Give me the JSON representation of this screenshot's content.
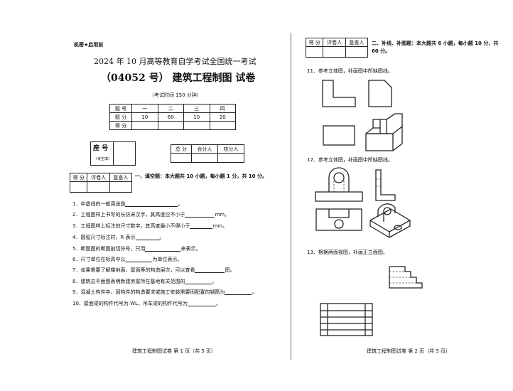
{
  "left_page": {
    "secret_label": "机密★启用前",
    "exam_title": "2024 年 10 月高等教育自学考试全国统一考试",
    "paper_title": "（04052 号） 建筑工程制图  试卷",
    "time_note": "（考试时间 150 分钟）",
    "score_table": {
      "row_labels": [
        "题 号",
        "题 分",
        "得 分"
      ],
      "columns": [
        "一",
        "二",
        "三",
        "四"
      ],
      "points": [
        "10",
        "60",
        "10",
        "20"
      ]
    },
    "seat": {
      "label": "座 号",
      "note": "（考生填）"
    },
    "total_table": {
      "headers": [
        "总 分",
        "合计人",
        "核分人"
      ]
    },
    "grader_table": {
      "headers": [
        "得 分",
        "评卷人",
        "复查人"
      ]
    },
    "section1_title": "一、填空题：本大题共 10 小题，每小题 1 分，共 10 分。",
    "questions": [
      {
        "pre": "1．中虚线的一般用途是",
        "post": "。"
      },
      {
        "pre": "2．工程图样上书写的长仿宋汉字，其高度应不小于",
        "post": "mm。"
      },
      {
        "pre": "3．工程图样上标注的尺寸数字，其高度最小不得小于",
        "post": "mm。"
      },
      {
        "pre": "4．圆弧尺寸标注时，R 表示",
        "post": "。"
      },
      {
        "pre": "5．断面图的断面剖切符号，只用",
        "post": "来表示。"
      },
      {
        "pre": "6．尺寸单位在标高中以",
        "post": "为单位表示。"
      },
      {
        "pre": "7．如果需要了解楼地面、屋面等的构造层次，可以查看",
        "post": "图。"
      },
      {
        "pre": "8．建筑总平面图表明新建房屋所在基地有关范围的",
        "post": "。"
      },
      {
        "pre": "9．混凝土构件中，因构件的构造要求或施工安装需要而配置的钢筋为",
        "post": "。"
      },
      {
        "pre": "10．屋面梁的构件代号为 WL，吊车梁的构件代号为",
        "post": "。"
      }
    ],
    "footer": "建筑工程制图试卷   第 1 页（共 5 页）"
  },
  "right_page": {
    "grader_table": {
      "headers": [
        "得 分",
        "评卷人",
        "复查人"
      ]
    },
    "section2_title": "二、补线、补图题：本大题共 6 小题，每小题 10 分，共 60 分。",
    "q11": "11．参考立体图，补画图中所缺图线。",
    "q12": "12．参考立体图，补画图中所缺图线。",
    "q13": "13．根据两面视图，补画正立面图。",
    "footer": "建筑工程制图试卷   第 2 页（共 5 页）"
  }
}
